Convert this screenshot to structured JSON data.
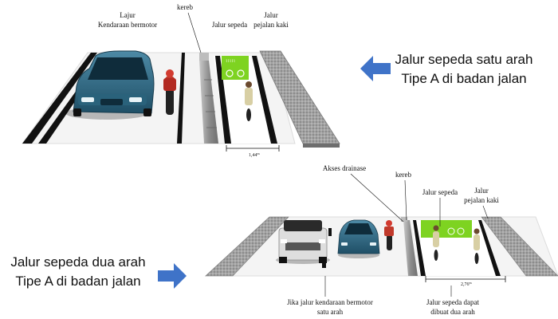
{
  "top_diagram": {
    "label_lane_motor_line1": "Lajur",
    "label_lane_motor_line2": "Kendaraan bermotor",
    "label_kerb": "kereb",
    "label_bike_lane": "Jalur sepeda",
    "label_sidewalk_line1": "Jalur",
    "label_sidewalk_line2": "pejalan kaki",
    "width_label": "1,44",
    "width_unit": "m",
    "caption_line1": "Jalur sepeda satu arah",
    "caption_line2": "Tipe A di badan jalan"
  },
  "bottom_diagram": {
    "label_drainage": "Akses drainase",
    "label_kerb": "kereb",
    "label_bike_lane": "Jalur sepeda",
    "label_sidewalk_line1": "Jalur",
    "label_sidewalk_line2": "pejalan kaki",
    "width_label": "2,76",
    "width_unit": "m",
    "note_left_line1": "Jika jalur kendaraan bermotor",
    "note_left_line2": "satu arah",
    "note_right_line1": "Jalur sepeda dapat",
    "note_right_line2": "dibuat dua arah",
    "caption_line1": "Jalur sepeda dua arah",
    "caption_line2": "Tipe A di badan jalan"
  },
  "colors": {
    "arrow_blue": "#3f73c8",
    "bike_lane_green": "#7ed321",
    "car_blue": "#2f6c8a",
    "road_gray": "#f4f4f4",
    "sidewalk_gray": "#9a9a9a"
  }
}
